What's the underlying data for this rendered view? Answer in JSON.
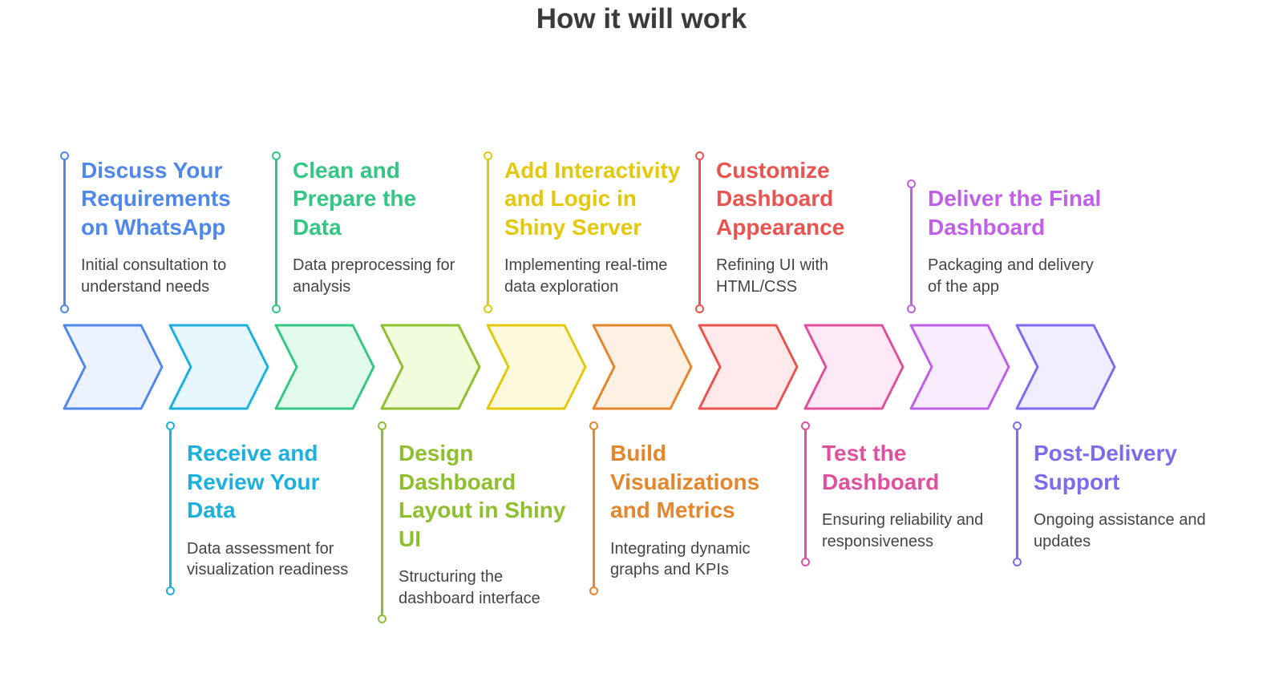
{
  "title": "How it will work",
  "steps": [
    {
      "title": "Discuss Your Requirements on WhatsApp",
      "description": "Initial consultation to understand needs",
      "color": "#4f87ec",
      "fill": "#ecf2fe",
      "position": "top"
    },
    {
      "title": "Receive and Review Your Data",
      "description": "Data assessment for visualization readiness",
      "color": "#1cb0de",
      "fill": "#e6f6fd",
      "position": "bottom"
    },
    {
      "title": "Clean and Prepare the Data",
      "description": "Data preprocessing for analysis",
      "color": "#34c784",
      "fill": "#e2fbee",
      "position": "top"
    },
    {
      "title": "Design Dashboard Layout in Shiny UI",
      "description": "Structuring the dashboard interface",
      "color": "#8dbf2e",
      "fill": "#f2fcdc",
      "position": "bottom"
    },
    {
      "title": "Add Interactivity and Logic in Shiny Server",
      "description": "Implementing real-time data exploration",
      "color": "#e3c80b",
      "fill": "#fbf8dc",
      "position": "top"
    },
    {
      "title": "Build Visualizations and Metrics",
      "description": "Integrating dynamic graphs and KPIs",
      "color": "#e5862b",
      "fill": "#fef1e4",
      "position": "bottom"
    },
    {
      "title": "Customize Dashboard Appearance",
      "description": "Refining UI with HTML/CSS",
      "color": "#ea5350",
      "fill": "#feeaea",
      "position": "top"
    },
    {
      "title": "Test the Dashboard",
      "description": "Ensuring reliability and responsiveness",
      "color": "#e0509f",
      "fill": "#fde9f5",
      "position": "bottom"
    },
    {
      "title": "Deliver the Final Dashboard",
      "description": "Packaging and delivery of the app",
      "color": "#c060e8",
      "fill": "#f8ecfe",
      "position": "top"
    },
    {
      "title": "Post-Delivery Support",
      "description": "Ongoing assistance and updates",
      "color": "#7b6cef",
      "fill": "#efeefe",
      "position": "bottom"
    }
  ]
}
